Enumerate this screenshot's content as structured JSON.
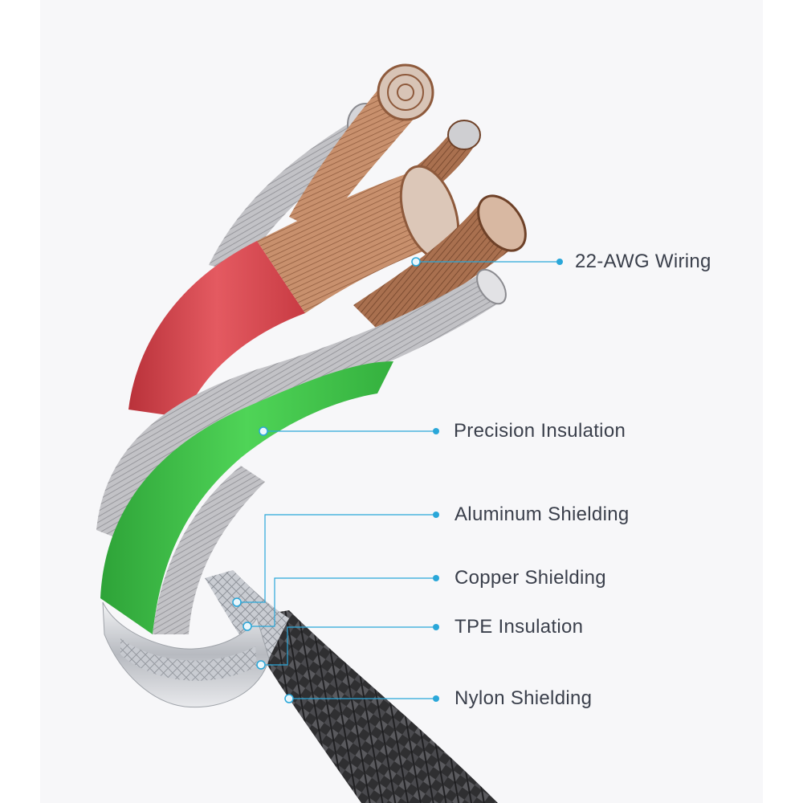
{
  "colors": {
    "background": "#f7f7f9",
    "accent": "#2aa7d9",
    "text": "#3a3f4b",
    "red_insulation": "#d9434b",
    "green_insulation": "#3cbf45",
    "copper": "#c8906d",
    "silver_wire": "#b9b9bd",
    "aluminum_shield": "#c9ccd2",
    "nylon_braid": "#3b3b3e"
  },
  "callouts": [
    {
      "id": "wiring",
      "label": "22-AWG Wiring"
    },
    {
      "id": "precision",
      "label": "Precision Insulation"
    },
    {
      "id": "aluminum",
      "label": "Aluminum Shielding"
    },
    {
      "id": "copper",
      "label": "Copper Shielding"
    },
    {
      "id": "tpe",
      "label": "TPE Insulation"
    },
    {
      "id": "nylon",
      "label": "Nylon Shielding"
    }
  ]
}
